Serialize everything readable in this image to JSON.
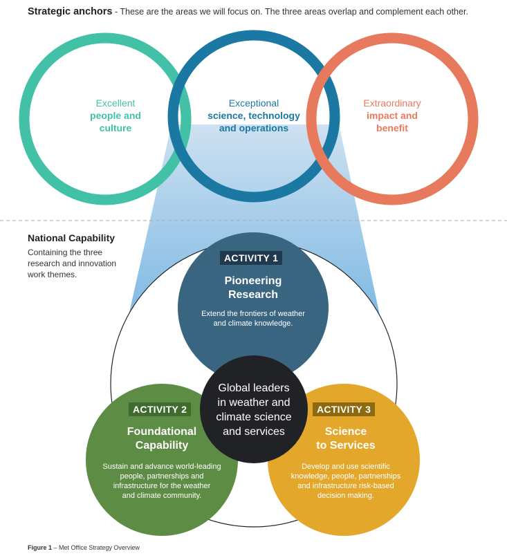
{
  "header": {
    "title": "Strategic anchors",
    "description": " - These are the areas we will focus on. The three areas overlap and complement each other."
  },
  "anchors": [
    {
      "line1": "Excellent",
      "line2a": "people and",
      "line2b": "culture",
      "color": "#43c1a6"
    },
    {
      "line1": "Exceptional",
      "line2a": "science, technology",
      "line2b": "and operations",
      "color": "#1a78a3"
    },
    {
      "line1": "Extraordinary",
      "line2a": "impact and",
      "line2b": "benefit",
      "color": "#e77a5c"
    }
  ],
  "national_capability": {
    "title": "National Capability",
    "description": "Containing the three research and innovation work themes."
  },
  "activities": [
    {
      "badge": "ACTIVITY 1",
      "title_a": "Pioneering",
      "title_b": "Research",
      "desc_a": "Extend the frontiers of weather",
      "desc_b": "and climate knowledge.",
      "color": "#3a6580"
    },
    {
      "badge": "ACTIVITY 2",
      "title_a": "Foundational",
      "title_b": "Capability",
      "desc_a": "Sustain and advance world-leading",
      "desc_b": "people, partnerships and",
      "desc_c": "infrastructure for the weather",
      "desc_d": "and climate community.",
      "color": "#5d8c45"
    },
    {
      "badge": "ACTIVITY 3",
      "title_a": "Science",
      "title_b": "to Services",
      "desc_a": "Develop and use scientific",
      "desc_b": "knowledge, people, partnerships",
      "desc_c": "and infrastructure risk-based",
      "desc_d": "decision making.",
      "color": "#e3a82b"
    }
  ],
  "center": {
    "line1": "Global leaders",
    "line2": "in weather and",
    "line3": "climate science",
    "line4": "and services",
    "color": "#202226"
  },
  "caption": {
    "label": "Figure 1",
    "text": " – Met Office Strategy Overview"
  }
}
